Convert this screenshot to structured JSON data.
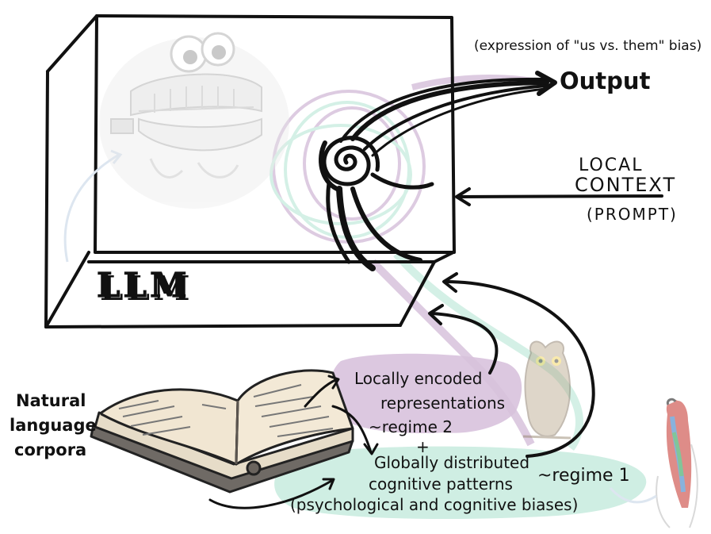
{
  "model": {
    "name": "LLM"
  },
  "output": {
    "caption": "(expression of \"us vs. them\" bias)",
    "label": "Output"
  },
  "local_context": {
    "line1": "LOCAL",
    "line2": "CONTEXT",
    "line3": "(PROMPT)"
  },
  "corpora": {
    "line1": "Natural",
    "line2": "language",
    "line3": "corpora"
  },
  "regime2": {
    "line1": "Locally encoded",
    "line2": "representations",
    "tag": "~regime 2"
  },
  "plus": "+",
  "regime1": {
    "line1": "Globally distributed",
    "line2": "cognitive patterns",
    "line3": "(psychological and cognitive biases)",
    "tag": "~regime 1"
  },
  "icons": [
    "chattering-teeth-icon",
    "book-icon",
    "owl-icon",
    "parrot-icon",
    "vortex-icon"
  ],
  "colors": {
    "ink": "#111111",
    "lavender": "#d9c4dd",
    "mint": "#cdeee2",
    "faded_gray": "#e3e3e3"
  }
}
